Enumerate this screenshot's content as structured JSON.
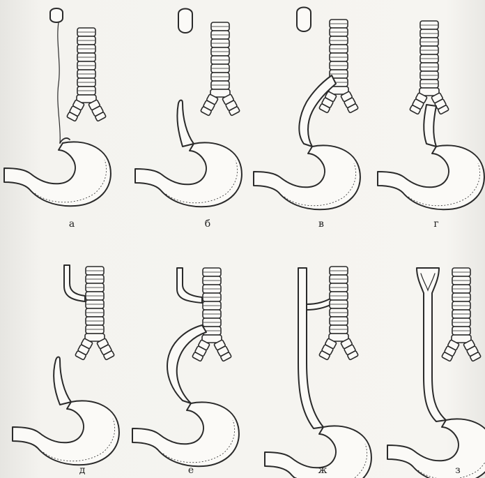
{
  "panels": [
    {
      "id": "a",
      "label": "а"
    },
    {
      "id": "b",
      "label": "б"
    },
    {
      "id": "v",
      "label": "в"
    },
    {
      "id": "g",
      "label": "г"
    },
    {
      "id": "d",
      "label": "д"
    },
    {
      "id": "e",
      "label": "е"
    },
    {
      "id": "zh",
      "label": "ж"
    },
    {
      "id": "z",
      "label": "з"
    }
  ]
}
